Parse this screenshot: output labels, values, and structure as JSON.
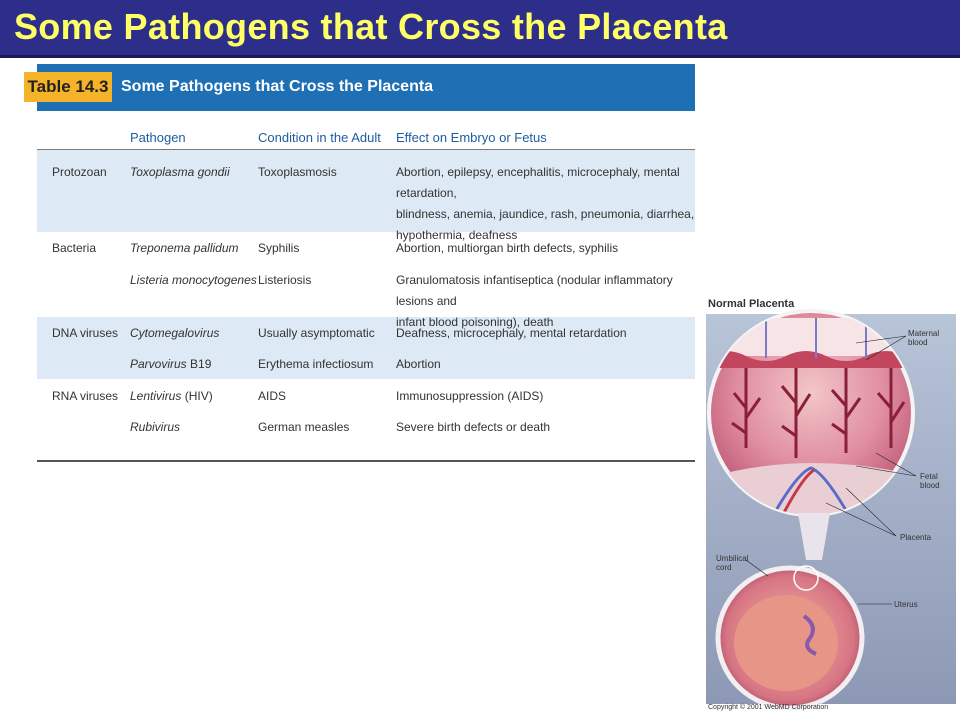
{
  "slide": {
    "title": "Some Pathogens that Cross the Placenta"
  },
  "table": {
    "tag": "Table 14.3",
    "caption": "Some Pathogens that Cross the Placenta",
    "columns": [
      "Pathogen",
      "Condition in the Adult",
      "Effect on Embryo or Fetus"
    ],
    "rows": [
      {
        "group": "Protozoan",
        "pathogen": "Toxoplasma gondii",
        "pathogen_suffix": "",
        "condition": "Toxoplasmosis",
        "effect": [
          "Abortion, epilepsy, encephalitis, microcephaly, mental retardation,",
          "blindness, anemia, jaundice, rash, pneumonia, diarrhea,",
          "hypothermia, deafness"
        ]
      },
      {
        "group": "Bacteria",
        "pathogen": "Treponema pallidum",
        "pathogen_suffix": "",
        "condition": "Syphilis",
        "effect": [
          "Abortion, multiorgan birth defects, syphilis"
        ]
      },
      {
        "group": "",
        "pathogen": "Listeria monocytogenes",
        "pathogen_suffix": "",
        "condition": "Listeriosis",
        "effect": [
          "Granulomatosis infantiseptica (nodular inflammatory lesions and",
          "infant blood poisoning), death"
        ]
      },
      {
        "group": "DNA viruses",
        "pathogen": "Cytomegalovirus",
        "pathogen_suffix": "",
        "condition": "Usually asymptomatic",
        "effect": [
          "Deafness, microcephaly, mental retardation"
        ]
      },
      {
        "group": "",
        "pathogen": "Parvovirus",
        "pathogen_suffix": " B19",
        "condition": "Erythema infectiosum",
        "effect": [
          "Abortion"
        ]
      },
      {
        "group": "RNA viruses",
        "pathogen": "Lentivirus",
        "pathogen_suffix": " (HIV)",
        "condition": "AIDS",
        "effect": [
          "Immunosuppression (AIDS)"
        ]
      },
      {
        "group": "",
        "pathogen": "Rubivirus",
        "pathogen_suffix": "",
        "condition": "German measles",
        "effect": [
          "Severe birth defects or death"
        ]
      }
    ]
  },
  "illustration": {
    "title": "Normal Placenta",
    "labels": {
      "maternal_blood": [
        "Maternal",
        "blood"
      ],
      "fetal_blood": [
        "Fetal",
        "blood"
      ],
      "placenta": "Placenta",
      "umbilical_cord": [
        "Umbilical",
        "cord"
      ],
      "uterus": "Uterus"
    },
    "copyright": "Copyright © 2001 WebMD Corporation"
  },
  "colors": {
    "title_bar": "#2d2d8a",
    "title_text": "#ffff66",
    "table_header": "#1f6fb5",
    "table_tag": "#f5b32a",
    "band": "#dde9f4",
    "column_head": "#1f5da0"
  }
}
